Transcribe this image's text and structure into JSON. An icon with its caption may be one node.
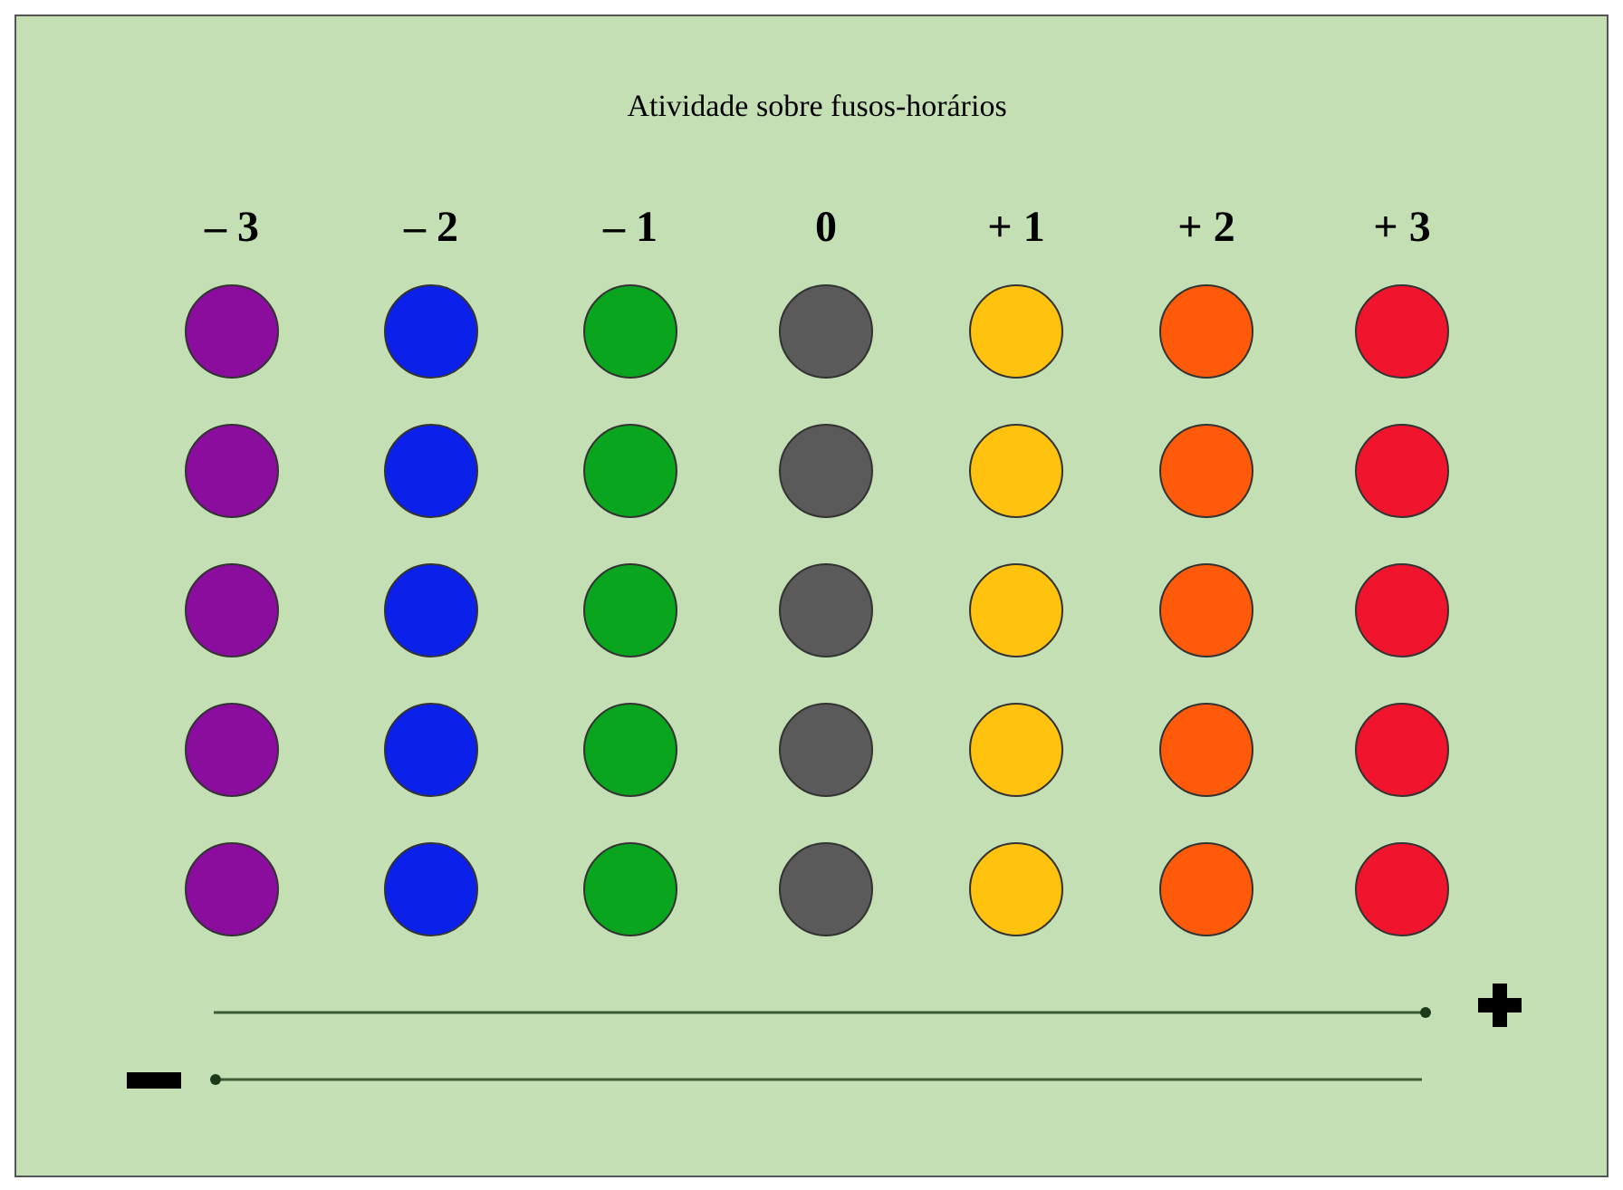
{
  "diagram": {
    "title": "Atividade sobre fusos-horários",
    "nodes": [
      {
        "text": [],
        "shape": "circle"
      },
      {
        "text": [],
        "shape": "circle"
      },
      {
        "text": [],
        "shape": "circle"
      },
      {
        "text": [],
        "shape": "circle"
      },
      {
        "text": [],
        "shape": "circle"
      },
      {
        "text": [],
        "shape": "circle"
      },
      {
        "text": [],
        "shape": "circle"
      },
      {
        "text": [],
        "shape": "circle"
      },
      {
        "text": [],
        "shape": "circle"
      },
      {
        "text": [],
        "shape": "circle"
      },
      {
        "text": [],
        "shape": "circle"
      },
      {
        "text": [],
        "shape": "circle"
      },
      {
        "text": [],
        "shape": "circle"
      },
      {
        "text": [],
        "shape": "circle"
      },
      {
        "text": [],
        "shape": "circle"
      },
      {
        "text": [],
        "shape": "circle"
      },
      {
        "text": [],
        "shape": "circle"
      },
      {
        "text": [],
        "shape": "circle"
      },
      {
        "text": [],
        "shape": "circle"
      },
      {
        "text": [],
        "shape": "circle"
      },
      {
        "text": [],
        "shape": "circle"
      },
      {
        "text": [],
        "shape": "circle"
      },
      {
        "text": [],
        "shape": "circle"
      },
      {
        "text": [],
        "shape": "circle"
      },
      {
        "text": [],
        "shape": "circle"
      },
      {
        "text": [],
        "shape": "circle"
      },
      {
        "text": [],
        "shape": "circle"
      },
      {
        "text": [],
        "shape": "circle"
      },
      {
        "text": [],
        "shape": "circle"
      },
      {
        "text": [],
        "shape": "circle"
      },
      {
        "text": [],
        "shape": "circle"
      },
      {
        "text": [],
        "shape": "circle"
      },
      {
        "text": [],
        "shape": "circle"
      },
      {
        "text": [],
        "shape": "circle"
      },
      {
        "text": [],
        "shape": "circle"
      }
    ],
    "labels": [
      "– 3",
      "– 2",
      "– 1",
      "0",
      "+ 1",
      "+ 2",
      "+ 3"
    ]
  }
}
